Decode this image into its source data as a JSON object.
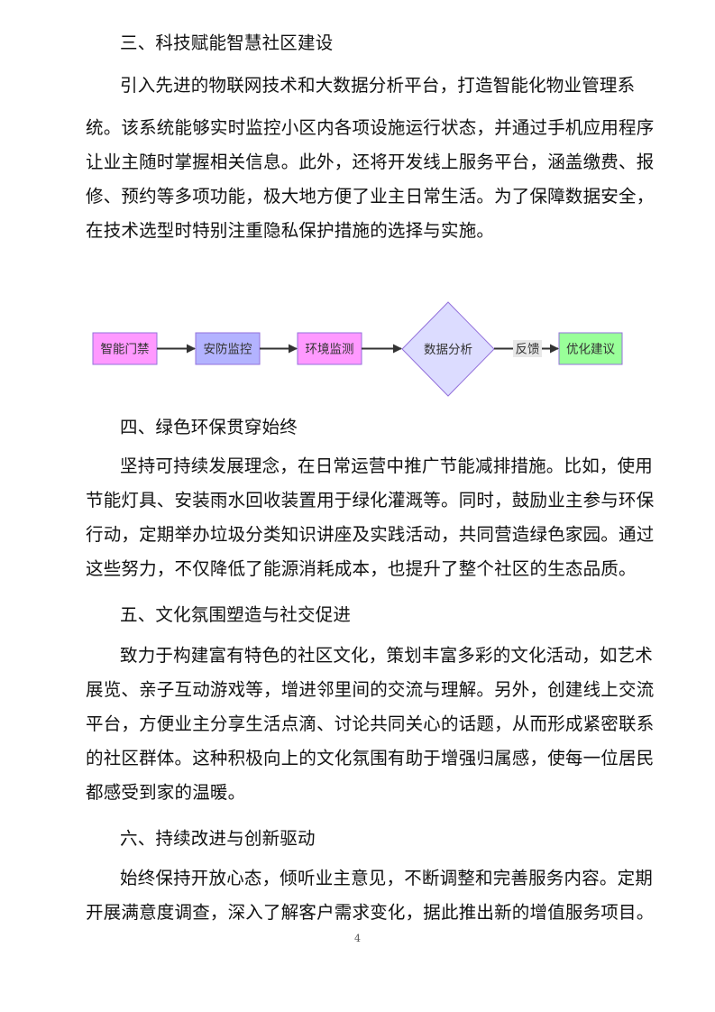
{
  "section3": {
    "heading": "三、科技赋能智慧社区建设",
    "lines": [
      "引入先进的物联网技术和大数据分析平台，打造智能化物业管理系",
      "统。该系统能够实时监控小区内各项设施运行状态，并通过手机应用程序",
      "让业主随时掌握相关信息。此外，还将开发线上服务平台，涵盖缴费、报",
      "修、预约等多项功能，极大地方便了业主日常生活。为了保障数据安全，",
      "在技术选型时特别注重隐私保护措施的选择与实施。"
    ]
  },
  "diagram": {
    "nodes": [
      {
        "label": "智能门禁",
        "shape": "rect",
        "fill": "#ff99ff",
        "stroke": "#9370db"
      },
      {
        "label": "安防监控",
        "shape": "rect",
        "fill": "#b3b3ff",
        "stroke": "#9370db"
      },
      {
        "label": "环境监测",
        "shape": "rect",
        "fill": "#ff99ff",
        "stroke": "#9370db"
      },
      {
        "label": "数据分析",
        "shape": "diamond",
        "fill": "#dcdcff",
        "stroke": "#9370db"
      },
      {
        "label": "优化建议",
        "shape": "rect",
        "fill": "#99ff99",
        "stroke": "#9370db"
      }
    ],
    "edges": [
      {
        "from": "智能门禁",
        "to": "安防监控",
        "label": ""
      },
      {
        "from": "安防监控",
        "to": "环境监测",
        "label": ""
      },
      {
        "from": "环境监测",
        "to": "数据分析",
        "label": ""
      },
      {
        "from": "数据分析",
        "to": "优化建议",
        "label": "反馈"
      }
    ],
    "edge_color": "#333333",
    "edge_label_bg": "#e8e8e8"
  },
  "section4": {
    "heading": "四、绿色环保贯穿始终",
    "lines": [
      "坚持可持续发展理念，在日常运营中推广节能减排措施。比如，使用",
      "节能灯具、安装雨水回收装置用于绿化灌溉等。同时，鼓励业主参与环保",
      "行动，定期举办垃圾分类知识讲座及实践活动，共同营造绿色家园。通过",
      "这些努力，不仅降低了能源消耗成本，也提升了整个社区的生态品质。"
    ]
  },
  "section5": {
    "heading": "五、文化氛围塑造与社交促进",
    "lines": [
      "致力于构建富有特色的社区文化，策划丰富多彩的文化活动，如艺术",
      "展览、亲子互动游戏等，增进邻里间的交流与理解。另外，创建线上交流",
      "平台，方便业主分享生活点滴、讨论共同关心的话题，从而形成紧密联系",
      "的社区群体。这种积极向上的文化氛围有助于增强归属感，使每一位居民",
      "都感受到家的温暖。"
    ]
  },
  "section6": {
    "heading": "六、持续改进与创新驱动",
    "lines": [
      "始终保持开放心态，倾听业主意见，不断调整和完善服务内容。定期",
      "开展满意度调查，深入了解客户需求变化，据此推出新的增值服务项目。"
    ]
  },
  "footer": {
    "page_number": "4"
  }
}
